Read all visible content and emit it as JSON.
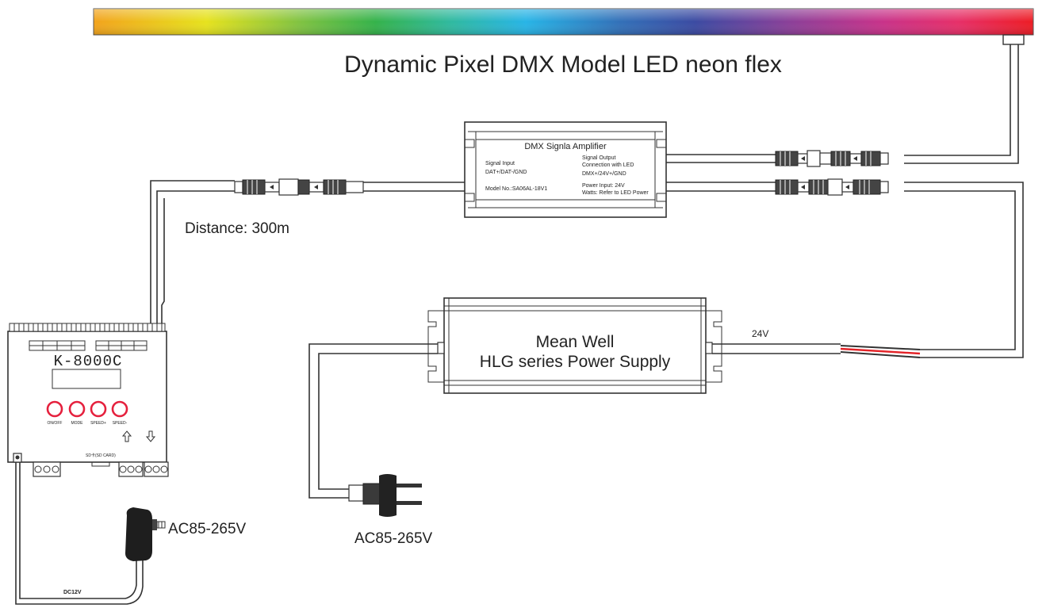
{
  "title": "Dynamic Pixel DMX Model LED neon flex",
  "distance": "Distance: 300m",
  "amplifier": {
    "title": "DMX Signla Amplifier",
    "signal_input": "Signal Input",
    "input_pins": "DAT+/DAT-/GND",
    "model": "Model No.:SA06AL-18V1",
    "signal_output": "Signal Output",
    "output_connection": "Connection with LED",
    "output_pins": "DMX+/24V+/GND",
    "power_input": "Power Input: 24V",
    "watts": "Watts: Refer to LED Power"
  },
  "power_supply": {
    "line1": "Mean Well",
    "line2": "HLG series Power Supply",
    "voltage": "24V"
  },
  "controller": {
    "model": "K-8000C",
    "buttons": [
      "ON/OFF",
      "MODE",
      "SPEED+",
      "SPEED-"
    ],
    "sd_label": "SD卡(SD CARD)",
    "dc_label": "DC12V"
  },
  "ac_left": "AC85-265V",
  "ac_bottom": "AC85-265V",
  "colors": {
    "strip": [
      "#f2a31c",
      "#e6e21d",
      "#7fc241",
      "#34b24a",
      "#2fb99f",
      "#27b4e6",
      "#3270b8",
      "#3b4aa2",
      "#8a3f98",
      "#c83289",
      "#e62f68",
      "#ed1c24"
    ],
    "button_ring": "#e5203d",
    "wire_red": "#e32227"
  }
}
